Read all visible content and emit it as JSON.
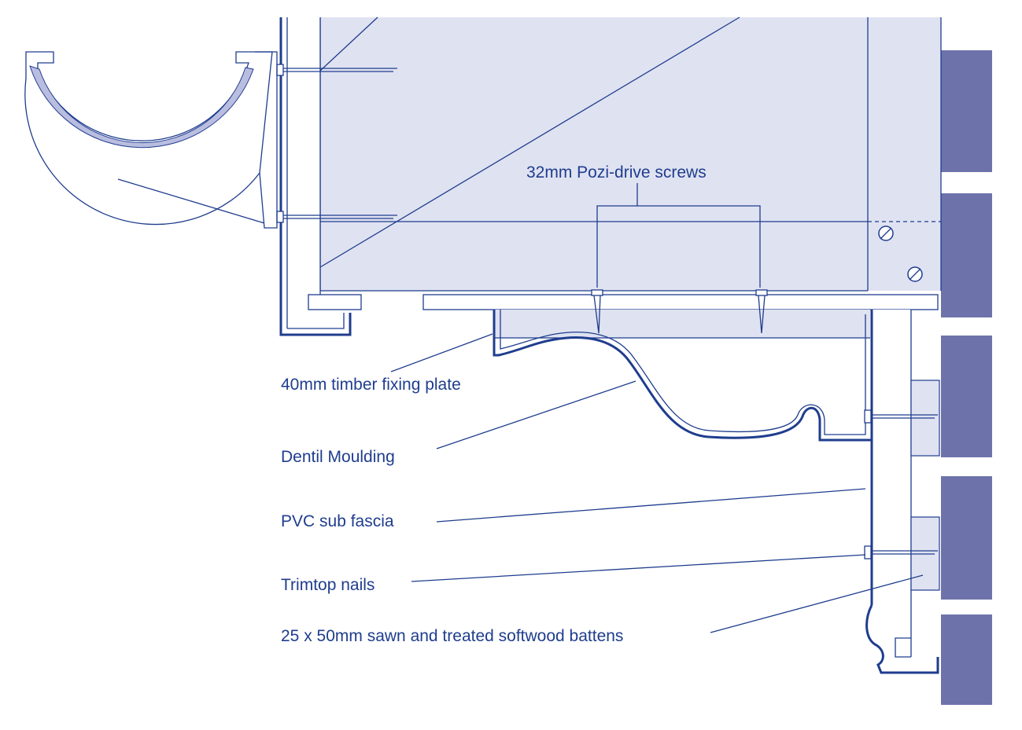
{
  "labels": {
    "screws": "32mm Pozi-drive screws",
    "fixing_plate": "40mm timber fixing plate",
    "dentil_moulding": "Dentil Moulding",
    "sub_fascia": "PVC sub fascia",
    "nails": "Trimtop nails",
    "battens": "25 x 50mm sawn and treated softwood battens"
  },
  "colors": {
    "line": "#1f3d8e",
    "timber_fill": "#dfe2f1",
    "brick_fill": "#6d73aa",
    "gutter_band": "#b9bde0",
    "white": "#ffffff"
  }
}
